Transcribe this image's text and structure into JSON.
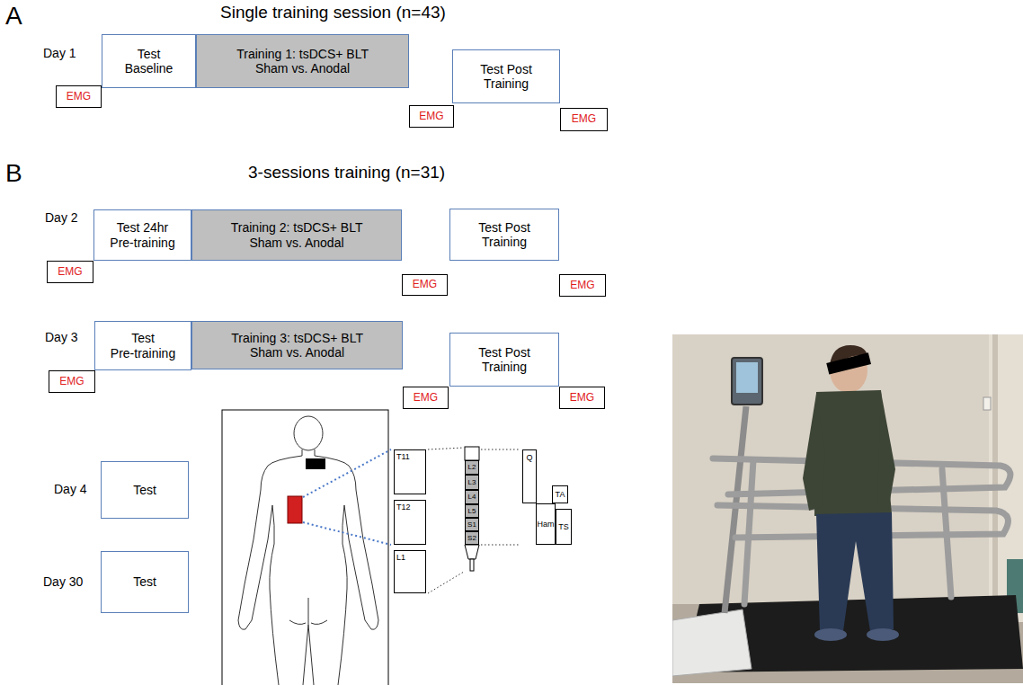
{
  "diagram": {
    "nodes": [
      {
        "text": [
          "Test Baseline"
        ]
      },
      {
        "text": [
          "Training 1: tsDCS+ BLT Sham vs. Anodal"
        ]
      },
      {
        "text": [
          "Test Post Training"
        ]
      },
      {
        "text": [
          "EMG"
        ]
      },
      {
        "text": [
          "EMG"
        ]
      },
      {
        "text": [
          "EMG"
        ]
      },
      {
        "text": [
          "Test 24hr Pre-training"
        ]
      },
      {
        "text": [
          "Training 2: tsDCS+ BLT Sham vs. Anodal"
        ]
      },
      {
        "text": [
          "Test Post Training"
        ]
      },
      {
        "text": [
          "EMG"
        ]
      },
      {
        "text": [
          "EMG"
        ]
      },
      {
        "text": [
          "EMG"
        ]
      },
      {
        "text": [
          "Test Pre-training"
        ]
      },
      {
        "text": [
          "Training 3: tsDCS+ BLT Sham vs. Anodal"
        ]
      },
      {
        "text": [
          "Test Post Training"
        ]
      },
      {
        "text": [
          "EMG"
        ]
      },
      {
        "text": [
          "EMG"
        ]
      },
      {
        "text": [
          "EMG"
        ]
      },
      {
        "text": [
          "Test"
        ]
      },
      {
        "text": [
          "Test"
        ]
      },
      {
        "text": [
          "T11"
        ]
      },
      {
        "text": [
          "T12"
        ]
      },
      {
        "text": [
          "L1"
        ]
      },
      {
        "text": [
          "L2"
        ]
      },
      {
        "text": [
          "L3"
        ]
      },
      {
        "text": [
          "L4"
        ]
      },
      {
        "text": [
          "L5"
        ]
      },
      {
        "text": [
          "S1"
        ]
      },
      {
        "text": [
          "S2"
        ]
      },
      {
        "text": [
          "Q"
        ]
      },
      {
        "text": [
          "TA"
        ]
      },
      {
        "text": [
          "Ham"
        ]
      },
      {
        "text": [
          "TS"
        ]
      }
    ],
    "labels": [
      "A",
      "Single training session (n=43)",
      "Day 1",
      "B",
      "3-sessions training (n=31)",
      "Day 2",
      "Day 3",
      "Day 4",
      "Day 30"
    ]
  }
}
